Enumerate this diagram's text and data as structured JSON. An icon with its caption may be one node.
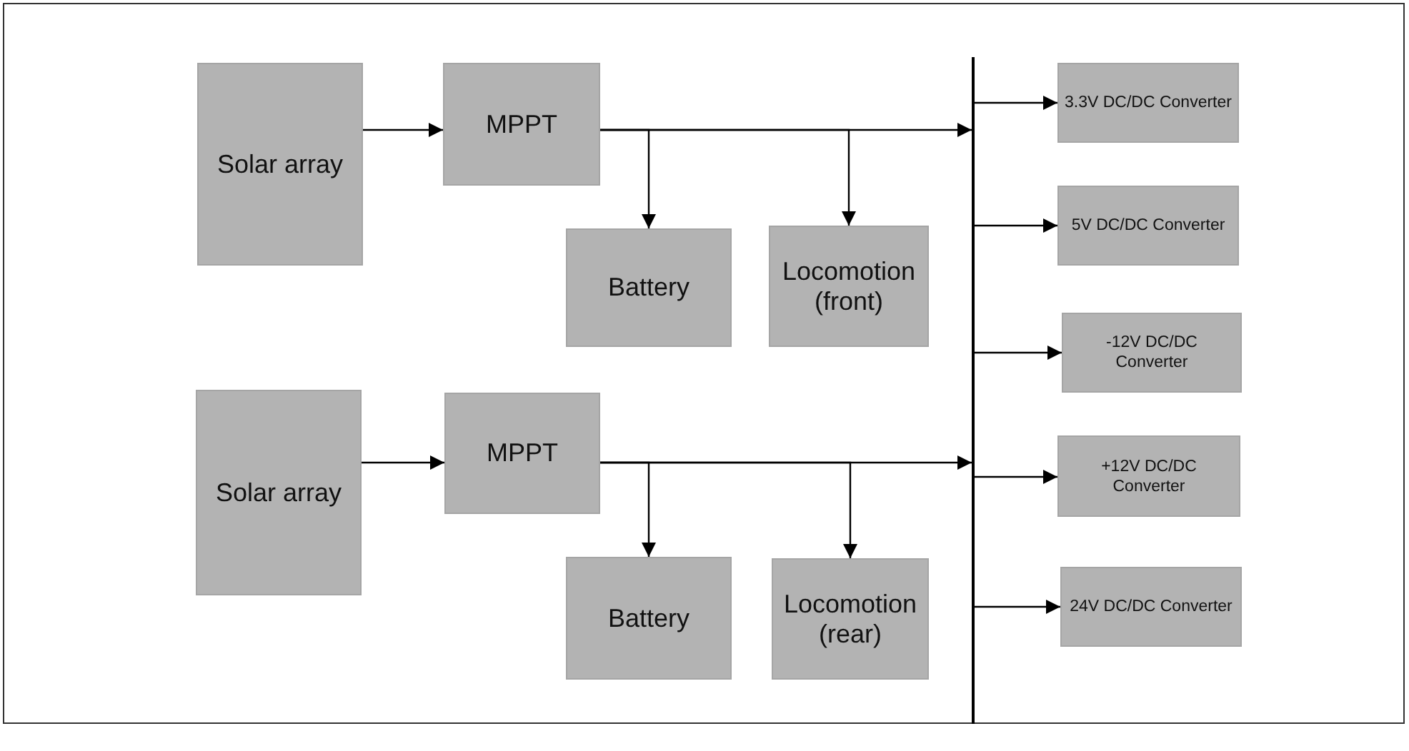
{
  "diagram": {
    "nodes": [
      {
        "text": [
          "Solar array"
        ]
      },
      {
        "text": [
          "MPPT"
        ]
      },
      {
        "text": [
          "Battery"
        ]
      },
      {
        "text": [
          "Locomotion (front)"
        ]
      },
      {
        "text": [
          "Solar array"
        ]
      },
      {
        "text": [
          "MPPT"
        ]
      },
      {
        "text": [
          "Battery"
        ]
      },
      {
        "text": [
          "Locomotion (rear)"
        ]
      },
      {
        "text": [],
        "shape": "bar"
      },
      {
        "text": [
          "3.3V DC/DC Converter"
        ]
      },
      {
        "text": [
          "5V DC/DC Converter"
        ]
      },
      {
        "text": [
          "-12V DC/DC Converter"
        ]
      },
      {
        "text": [
          "+12V DC/DC Converter"
        ]
      },
      {
        "text": [
          "24V DC/DC Converter"
        ]
      }
    ],
    "edges": [
      {
        "from": 0,
        "to": 1,
        "arrow": "to"
      },
      {
        "from": 1,
        "to": 2,
        "arrow": "to"
      },
      {
        "from": 1,
        "to": 3,
        "arrow": "to"
      },
      {
        "from": 1,
        "to": 8,
        "arrow": "to"
      },
      {
        "from": 4,
        "to": 5,
        "arrow": "to"
      },
      {
        "from": 5,
        "to": 6,
        "arrow": "to"
      },
      {
        "from": 5,
        "to": 7,
        "arrow": "to"
      },
      {
        "from": 5,
        "to": 8,
        "arrow": "to"
      },
      {
        "from": 8,
        "to": 9,
        "arrow": "to"
      },
      {
        "from": 8,
        "to": 10,
        "arrow": "to"
      },
      {
        "from": 8,
        "to": 11,
        "arrow": "to"
      },
      {
        "from": 8,
        "to": 12,
        "arrow": "to"
      },
      {
        "from": 8,
        "to": 13,
        "arrow": "to"
      }
    ]
  }
}
